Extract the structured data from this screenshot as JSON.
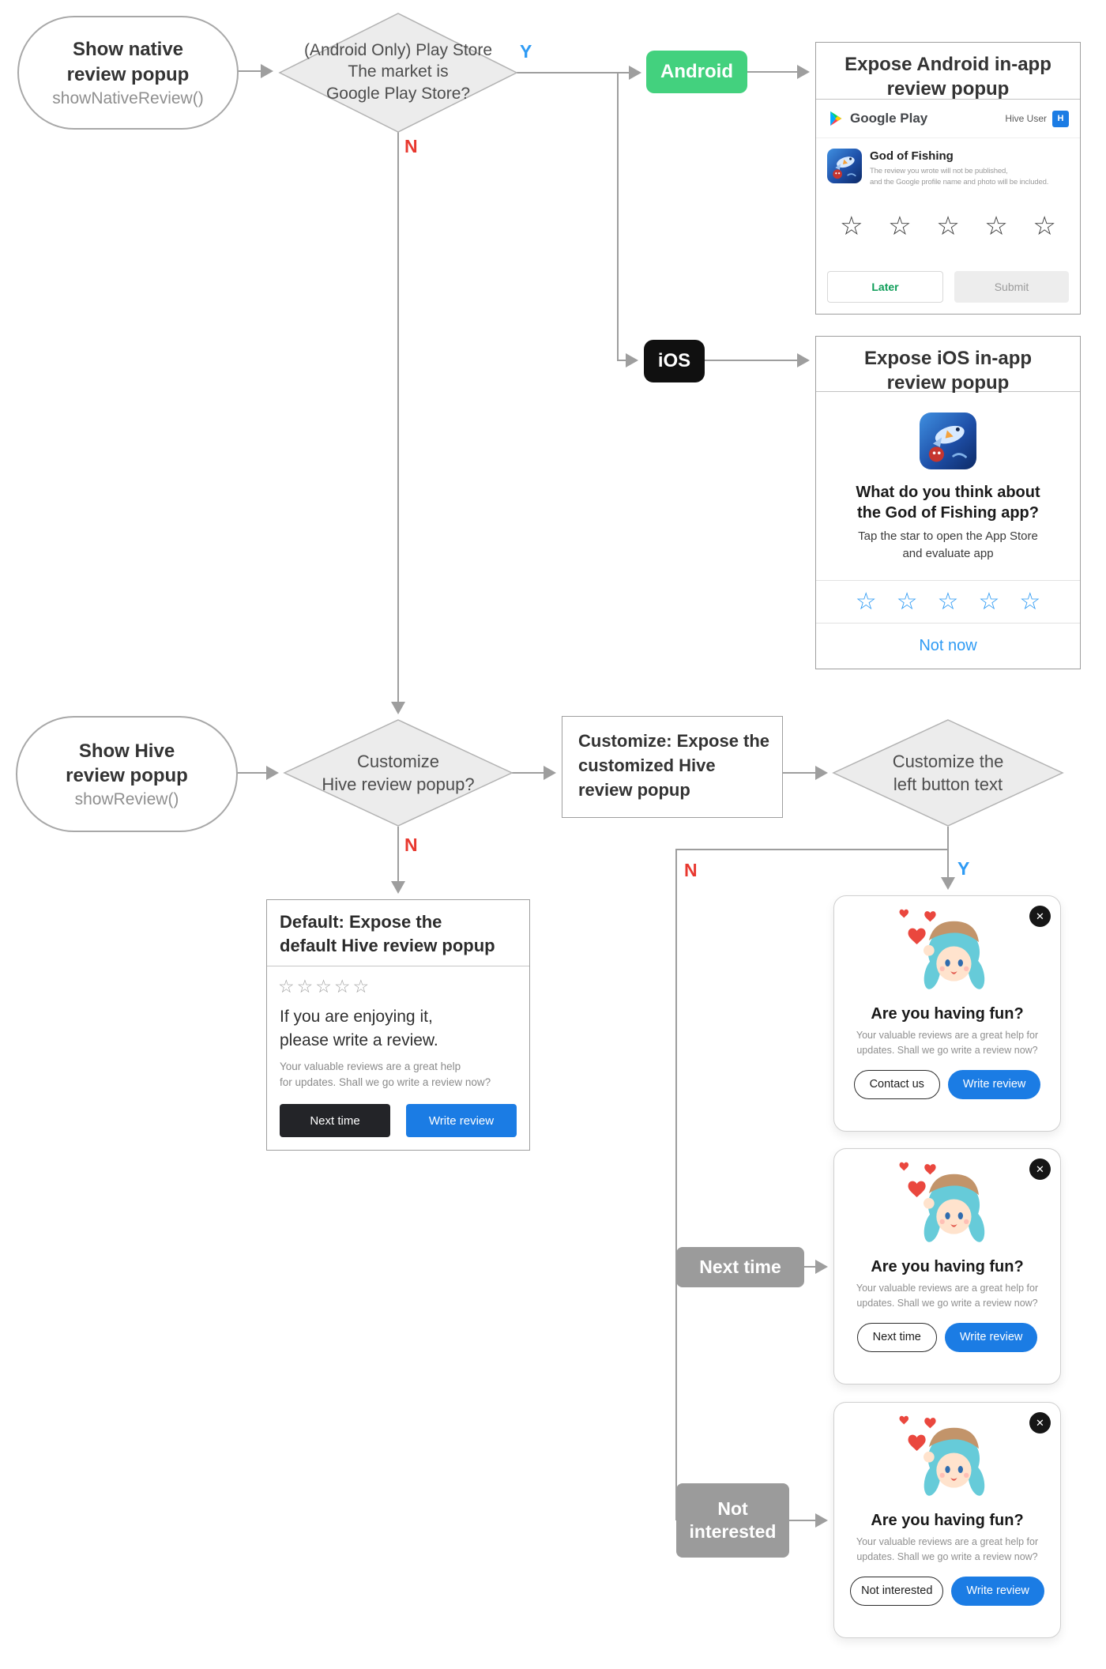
{
  "colors": {
    "android_green": "#43d17e",
    "action_blue": "#1b7ce4",
    "yes_blue": "#2f9bf4",
    "no_red": "#e8382f",
    "badge_gray": "#9b9b9b"
  },
  "labels": {
    "yes_market": "Y",
    "no_market": "N",
    "no_customize": "N",
    "yes_left": "Y",
    "no_left": "N"
  },
  "native_start": {
    "title1": "Show native",
    "title2": "review popup",
    "code": "showNativeReview()"
  },
  "market_decision": {
    "l1": "(Android Only) Play Store",
    "l2": "The market is",
    "l3": "Google Play Store?"
  },
  "badges": {
    "android": "Android",
    "ios": "iOS",
    "next_time": "Next time",
    "not_interested1": "Not",
    "not_interested2": "interested"
  },
  "android_popup": {
    "title1": "Expose Android in-app",
    "title2": "review popup",
    "store": "Google Play",
    "user": "Hive User",
    "avatar": "H",
    "app": "God of Fishing",
    "disc1": "The review you wrote will not be published,",
    "disc2": "and the Google profile name and photo will be included.",
    "star": "☆",
    "later": "Later",
    "submit": "Submit"
  },
  "ios_popup": {
    "title1": "Expose iOS in-app",
    "title2": "review popup",
    "q1": "What do you think about",
    "q2": "the God of Fishing app?",
    "h1": "Tap the star to open the App Store",
    "h2": "and evaluate app",
    "star": "☆",
    "not_now": "Not now"
  },
  "hive_start": {
    "title1": "Show Hive",
    "title2": "review popup",
    "code": "showReview()"
  },
  "customize_decision": {
    "l1": "Customize",
    "l2": "Hive review popup?"
  },
  "customize_box": {
    "l1": "Customize: Expose the",
    "l2": "customized Hive",
    "l3": "review popup"
  },
  "left_button_decision": {
    "l1": "Customize the",
    "l2": "left button text"
  },
  "default_popup": {
    "title1": "Default: Expose the",
    "title2": "default Hive review popup",
    "stars": "☆☆☆☆☆",
    "m1": "If you are enjoying it,",
    "m2": "please write a review.",
    "s1": "Your valuable reviews are a great help",
    "s2": "for updates. Shall we go write a review now?",
    "left": "Next time",
    "right": "Write review"
  },
  "cards": [
    {
      "close": "✕",
      "question": "Are you having fun?",
      "s1": "Your valuable reviews are a great help for",
      "s2": "updates. Shall we go write a review now?",
      "left": "Contact us",
      "right": "Write review"
    },
    {
      "close": "✕",
      "question": "Are you having fun?",
      "s1": "Your valuable reviews are a great help for",
      "s2": "updates. Shall we go write a review now?",
      "left": "Next time",
      "right": "Write review"
    },
    {
      "close": "✕",
      "question": "Are you having fun?",
      "s1": "Your valuable reviews are a great help for",
      "s2": "updates. Shall we go write a review now?",
      "left": "Not interested",
      "right": "Write review"
    }
  ]
}
